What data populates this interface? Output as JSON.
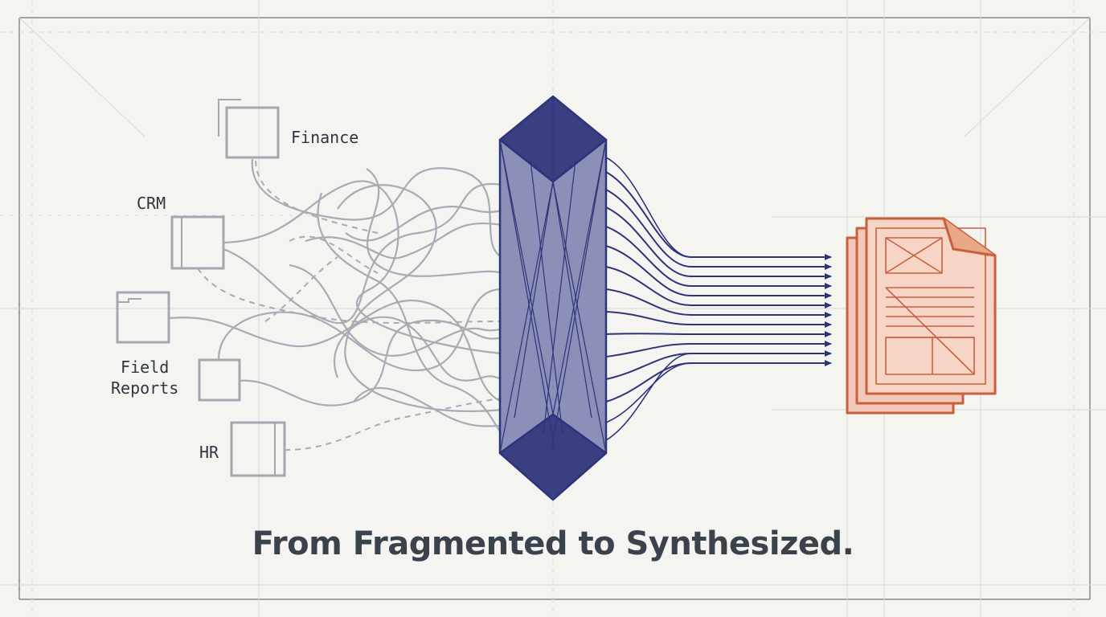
{
  "sources": {
    "finance": "Finance",
    "crm": "CRM",
    "field_reports": "Field\nReports",
    "hr": "HR"
  },
  "headline": "From Fragmented to Synthesized.",
  "colors": {
    "background": "#f4f4f1",
    "source_gray": "#a3a7b0",
    "prism_navy": "#2e3478",
    "document_orange": "#c8603f",
    "text_dark": "#3a424c"
  }
}
